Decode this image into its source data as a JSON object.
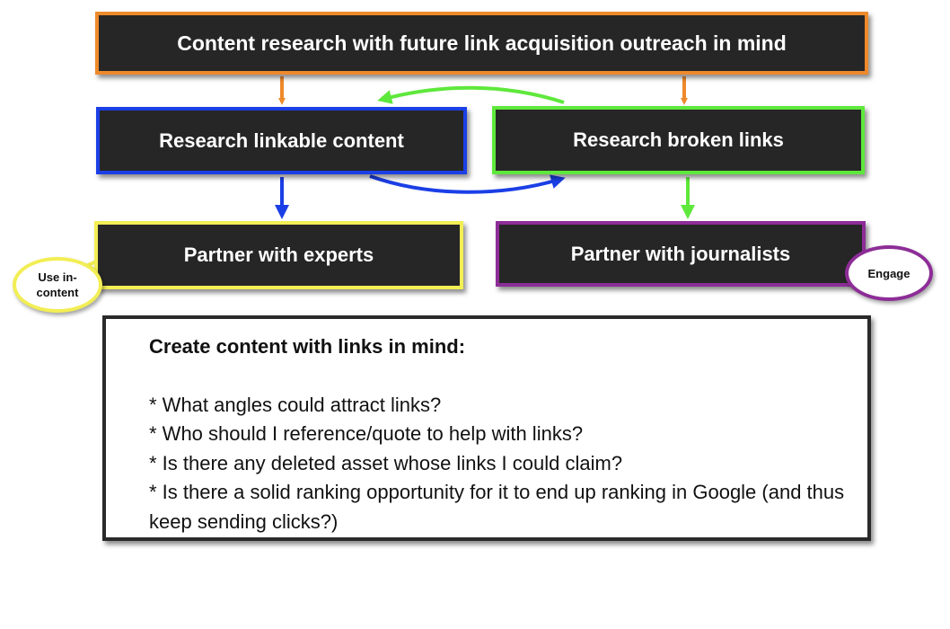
{
  "diagram": {
    "top": "Content research with future link acquisition outreach in mind",
    "linkable": "Research linkable content",
    "broken": "Research broken links",
    "experts": "Partner with experts",
    "journalists": "Partner with journalists",
    "bubble_use": "Use in-content",
    "bubble_engage": "Engage"
  },
  "content_box": {
    "title": "Create content with links in mind:",
    "bullets": [
      "* What angles could attract links?",
      "* Who should I reference/quote to help with links?",
      "* Is there any deleted asset whose links I could claim?",
      "* Is there a solid ranking opportunity for it to end up ranking in Google (and thus keep sending clicks?)"
    ]
  },
  "colors": {
    "orange": "#ee8a2c",
    "blue": "#1b3fe6",
    "green": "#5fe83c",
    "yellow": "#f2ee54",
    "purple": "#8d2d97",
    "box_fill": "#262626"
  }
}
